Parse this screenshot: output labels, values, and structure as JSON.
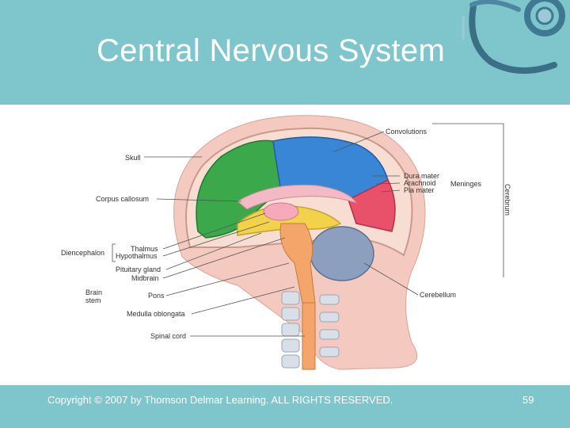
{
  "slide": {
    "title": "Central Nervous System",
    "copyright": "Copyright © 2007 by Thomson Delmar Learning. ALL RIGHTS RESERVED.",
    "page_number": "59"
  },
  "diagram": {
    "labels": {
      "convolutions": "Convolutions",
      "skull": "Skull",
      "dura_mater": "Dura mater",
      "arachnoid": "Arachnoid",
      "pia_mater": "Pia mater",
      "meninges": "Meninges",
      "cerebrum": "Cerebrum",
      "corpus_callosum": "Corpus callosum",
      "diencephalon": "Diencephalon",
      "thalmus": "Thalmus",
      "hypothalmus": "Hypothalmus",
      "pituitary_gland": "Pituitary gland",
      "midbrain": "Midbrain",
      "brain": "Brain",
      "stem": "stem",
      "pons": "Pons",
      "medulla_oblongata": "Medulla oblongata",
      "cerebellum": "Cerebellum",
      "spinal_cord": "Spinal cord"
    }
  }
}
